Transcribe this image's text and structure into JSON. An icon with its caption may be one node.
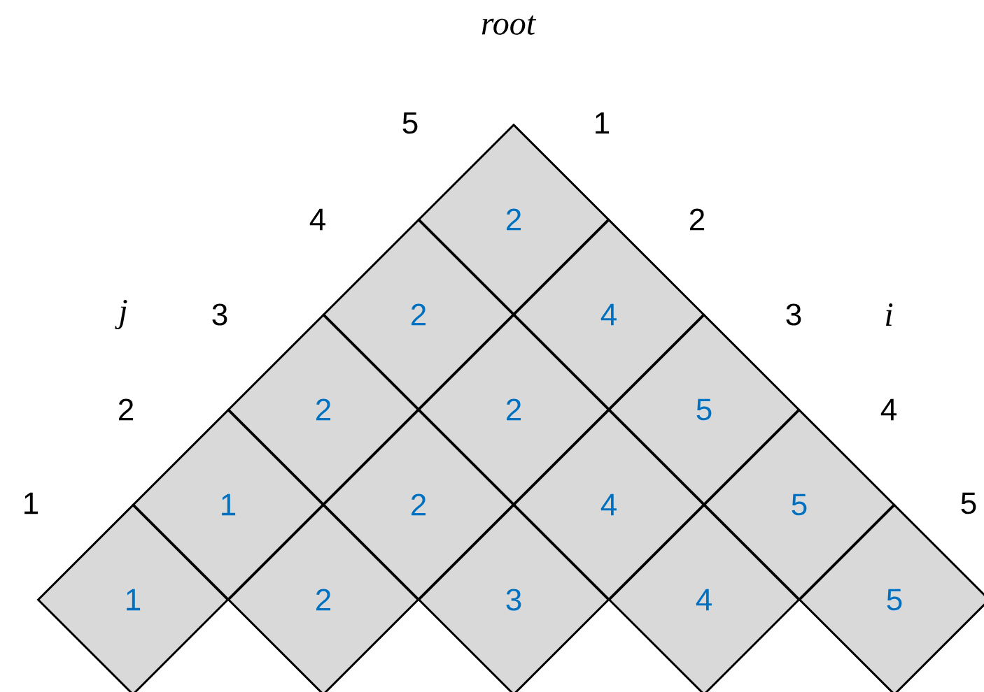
{
  "diagram": {
    "nodes": [
      {
        "text": [
          "2"
        ]
      },
      {
        "text": [
          "2"
        ]
      },
      {
        "text": [
          "4"
        ]
      },
      {
        "text": [
          "2"
        ]
      },
      {
        "text": [
          "2"
        ]
      },
      {
        "text": [
          "5"
        ]
      },
      {
        "text": [
          "1"
        ]
      },
      {
        "text": [
          "2"
        ]
      },
      {
        "text": [
          "4"
        ]
      },
      {
        "text": [
          "5"
        ]
      },
      {
        "text": [
          "1"
        ]
      },
      {
        "text": [
          "2"
        ]
      },
      {
        "text": [
          "3"
        ]
      },
      {
        "text": [
          "4"
        ]
      },
      {
        "text": [
          "5"
        ]
      }
    ],
    "labels": [
      "root",
      "5",
      "1",
      "4",
      "2",
      "j",
      "3",
      "3",
      "i",
      "2",
      "4",
      "1",
      "5"
    ]
  }
}
